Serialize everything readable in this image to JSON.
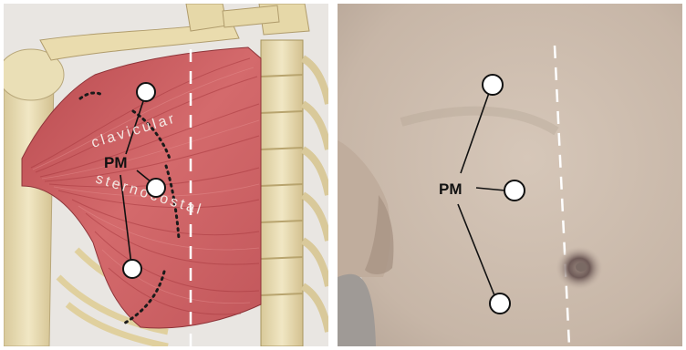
{
  "figure": {
    "left_panel": {
      "muscle_label": "PM",
      "head_labels": {
        "clavicular": "clavicular",
        "sternocostal": "sternocostal"
      },
      "marker_count": 3,
      "colors": {
        "muscle": "#c8585b",
        "bone": "#e8dcb3",
        "background": "#e9e6e2",
        "midline": "#ffffff",
        "boundary_dots": "#1a1a1a"
      }
    },
    "right_panel": {
      "muscle_label": "PM",
      "marker_count": 3,
      "colors": {
        "skin": "#c9b9aa",
        "background": "#d2cfcc",
        "midline": "#ffffff"
      }
    }
  }
}
